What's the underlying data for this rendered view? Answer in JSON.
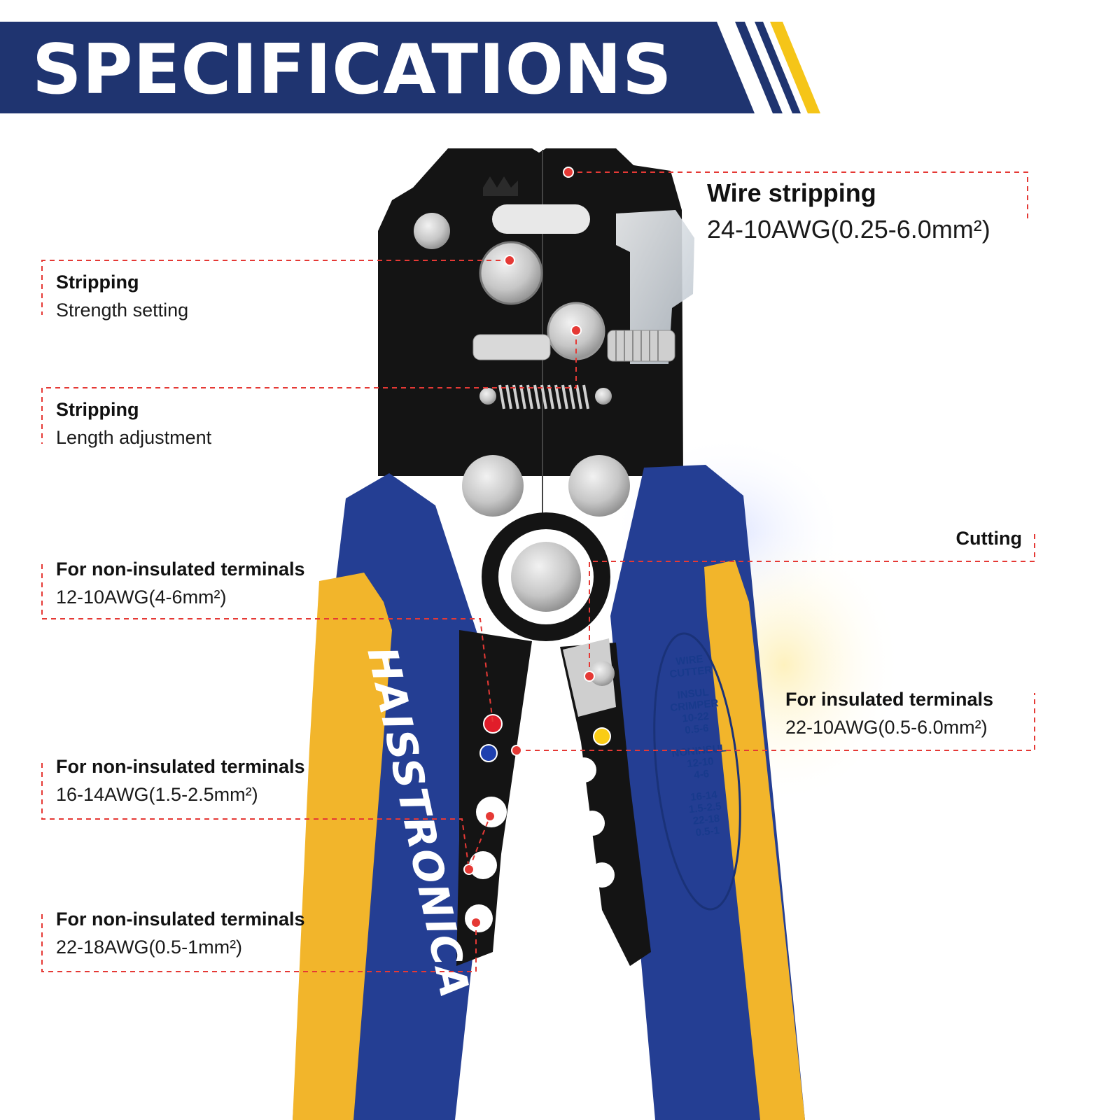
{
  "banner": {
    "title": "SPECIFICATIONS",
    "colors": {
      "navy": "#1f3470",
      "stripe_white": "#ffffff",
      "stripe_yellow": "#f5c518"
    }
  },
  "brand": {
    "name": "HAISSTRONICA"
  },
  "handle_print": {
    "lines": [
      "WIRE",
      "CUTTER",
      "INSUL",
      "CRIMPER",
      "10-22",
      "0.5-6",
      "NONINSUL",
      "12-10",
      "4-6",
      "16-14",
      "1.5-2.5",
      "22-18",
      "0.5-1"
    ]
  },
  "labels": {
    "wire_stripping": {
      "title": "Wire stripping",
      "detail": "24-10AWG(0.25-6.0mm²)"
    },
    "strength": {
      "title": "Stripping",
      "detail": "Strength setting"
    },
    "length": {
      "title": "Stripping",
      "detail": "Length adjustment"
    },
    "cutting": {
      "title": "Cutting"
    },
    "non_insulated_1": {
      "title": "For non-insulated terminals",
      "detail": "12-10AWG(4-6mm²)"
    },
    "insulated": {
      "title": "For insulated terminals",
      "detail": "22-10AWG(0.5-6.0mm²)"
    },
    "non_insulated_2": {
      "title": "For non-insulated terminals",
      "detail": "16-14AWG(1.5-2.5mm²)"
    },
    "non_insulated_3": {
      "title": "For non-insulated terminals",
      "detail": "22-18AWG(0.5-1mm²)"
    }
  },
  "colors": {
    "handle_blue": "#243e93",
    "handle_yellow": "#f2b52b",
    "steel_black": "#141414",
    "leader_red": "#e53935",
    "marker_blue": "#1e40af",
    "marker_yellow": "#facc15"
  }
}
